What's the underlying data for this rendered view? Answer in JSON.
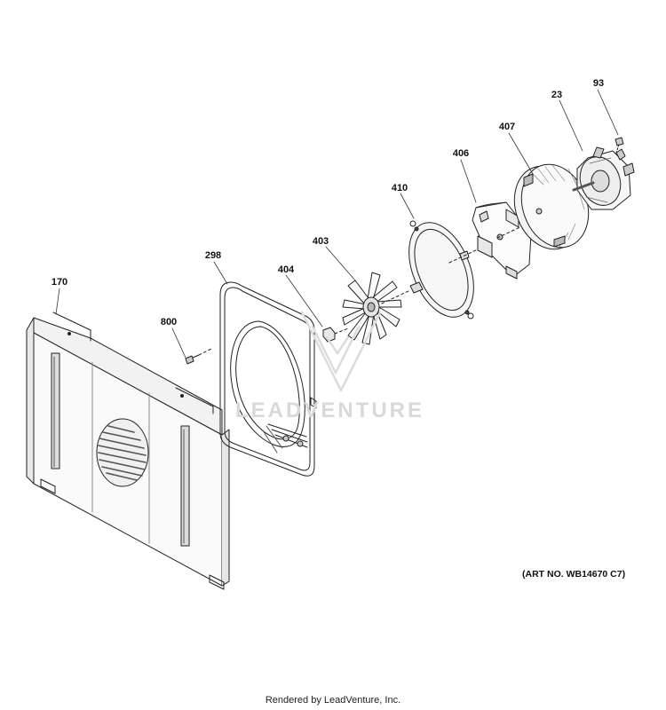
{
  "callouts": [
    {
      "id": "c93",
      "label": "93"
    },
    {
      "id": "c23",
      "label": "23"
    },
    {
      "id": "c407",
      "label": "407"
    },
    {
      "id": "c406",
      "label": "406"
    },
    {
      "id": "c410",
      "label": "410"
    },
    {
      "id": "c403",
      "label": "403"
    },
    {
      "id": "c298",
      "label": "298"
    },
    {
      "id": "c404",
      "label": "404"
    },
    {
      "id": "c170",
      "label": "170"
    },
    {
      "id": "c800",
      "label": "800"
    }
  ],
  "art_number": "(ART NO. WB14670 C7)",
  "watermark": "LEADVENTURE",
  "footer": "Rendered by LeadVenture, Inc."
}
